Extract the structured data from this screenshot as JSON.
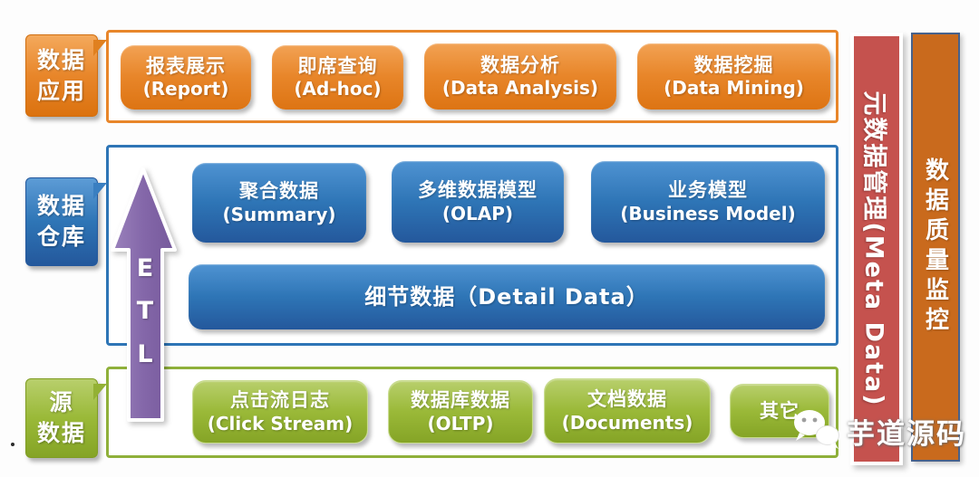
{
  "layers": {
    "application": {
      "label": {
        "line1": "数据",
        "line2": "应用"
      },
      "boxes": [
        {
          "line1": "报表展示",
          "line2": "(Report)"
        },
        {
          "line1": "即席查询",
          "line2": "(Ad-hoc)"
        },
        {
          "line1": "数据分析",
          "line2": "(Data Analysis)"
        },
        {
          "line1": "数据挖掘",
          "line2": "(Data Mining)"
        }
      ]
    },
    "warehouse": {
      "label": {
        "line1": "数据",
        "line2": "仓库"
      },
      "boxes": [
        {
          "line1": "聚合数据",
          "line2": "(Summary)"
        },
        {
          "line1": "多维数据模型",
          "line2": "(OLAP)"
        },
        {
          "line1": "业务模型",
          "line2": "(Business Model)"
        }
      ],
      "detail_box": "细节数据（Detail Data）"
    },
    "source": {
      "label": {
        "line1": "源",
        "line2": "数据"
      },
      "boxes": [
        {
          "line1": "点击流日志",
          "line2": "(Click Stream)"
        },
        {
          "line1": "数据库数据",
          "line2": "(OLTP)"
        },
        {
          "line1": "文档数据",
          "line2": "(Documents)"
        },
        {
          "line1": "其它",
          "line2": ""
        }
      ]
    }
  },
  "etl_arrow": {
    "letters": [
      "E",
      "T",
      "L"
    ]
  },
  "sidebars": {
    "meta_management": "元数据管理(Meta Data)",
    "quality_monitor": "数据质量监控"
  },
  "watermark": {
    "brand": "芋道源码"
  },
  "stray_mark": ".",
  "colors": {
    "orange_box": "#e8862a",
    "blue_box": "#2e75b6",
    "green_box": "#9ab938",
    "purple_arrow": "#8467a9",
    "red_bar": "#c5524e",
    "orange_bar": "#c96a1d"
  }
}
